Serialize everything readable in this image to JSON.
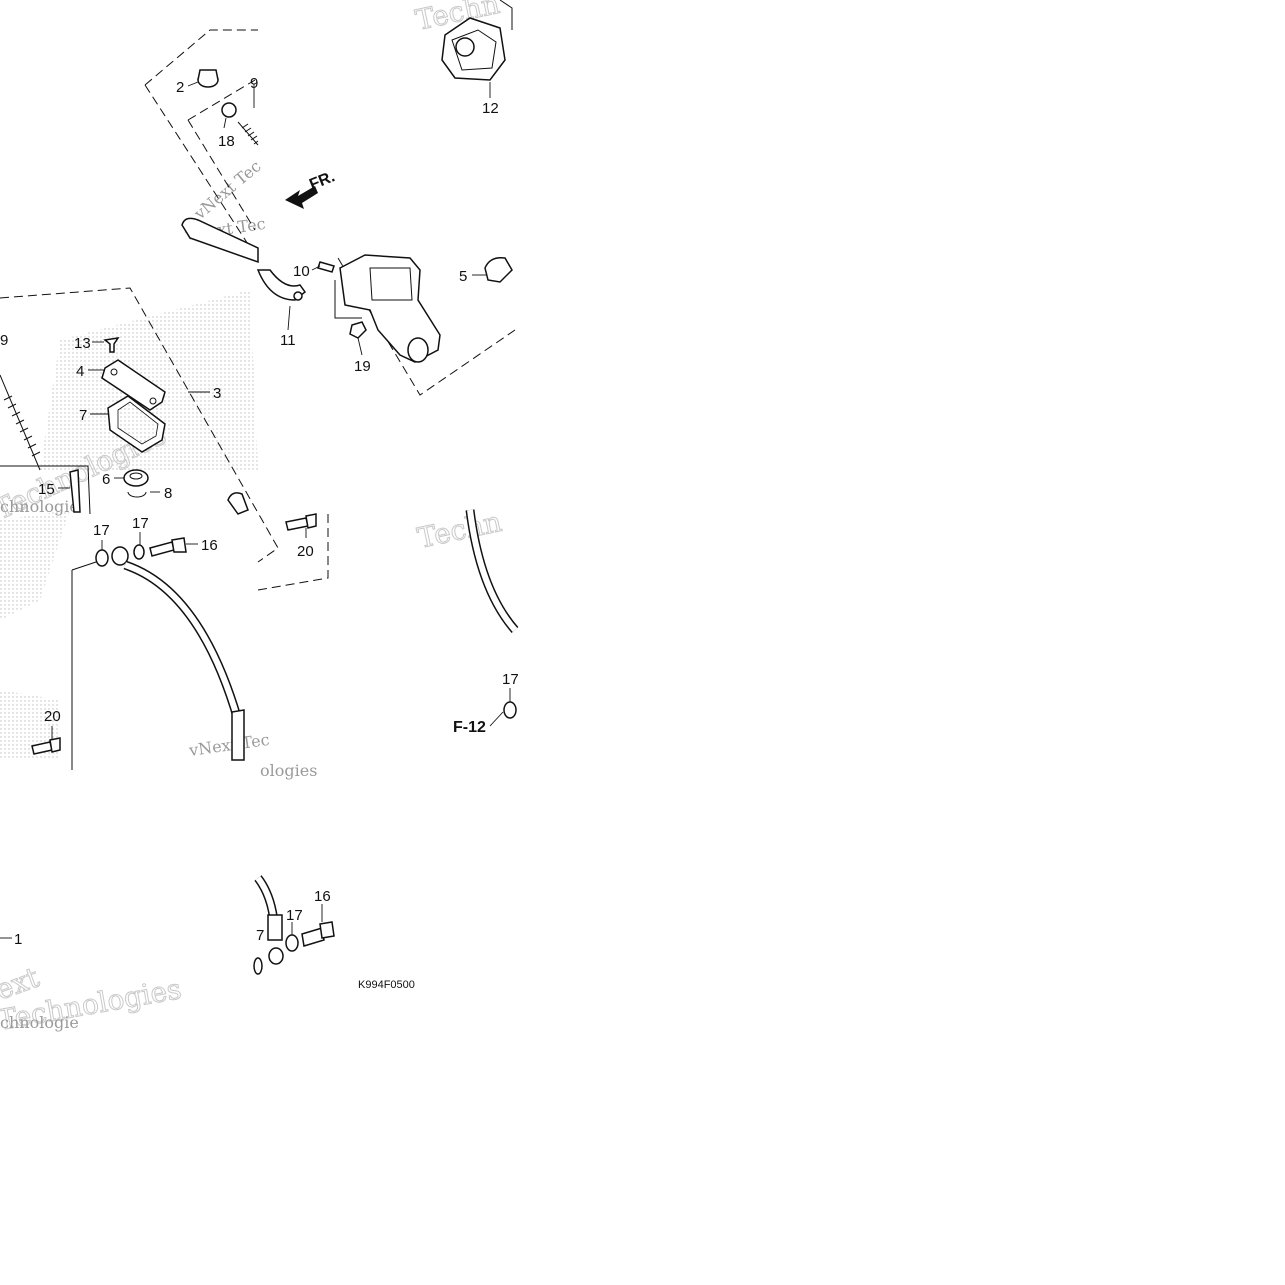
{
  "diagram": {
    "drawing_code": "K994F0500",
    "front_indicator": "FR.",
    "ref_page": "F-12",
    "watermarks": [
      "Techn",
      "vNext Tec",
      "vNext Tec",
      "Techn",
      "vNext Tec",
      "ext",
      "Technologies",
      "chnologie",
      "Technologies",
      "chnologie",
      "ologies"
    ],
    "callouts": [
      "2",
      "9",
      "18",
      "12",
      "10",
      "5",
      "11",
      "19",
      "9",
      "13",
      "4",
      "3",
      "7",
      "6",
      "8",
      "15",
      "17",
      "17",
      "16",
      "20",
      "17",
      "20",
      "1",
      "7",
      "17",
      "16"
    ]
  }
}
